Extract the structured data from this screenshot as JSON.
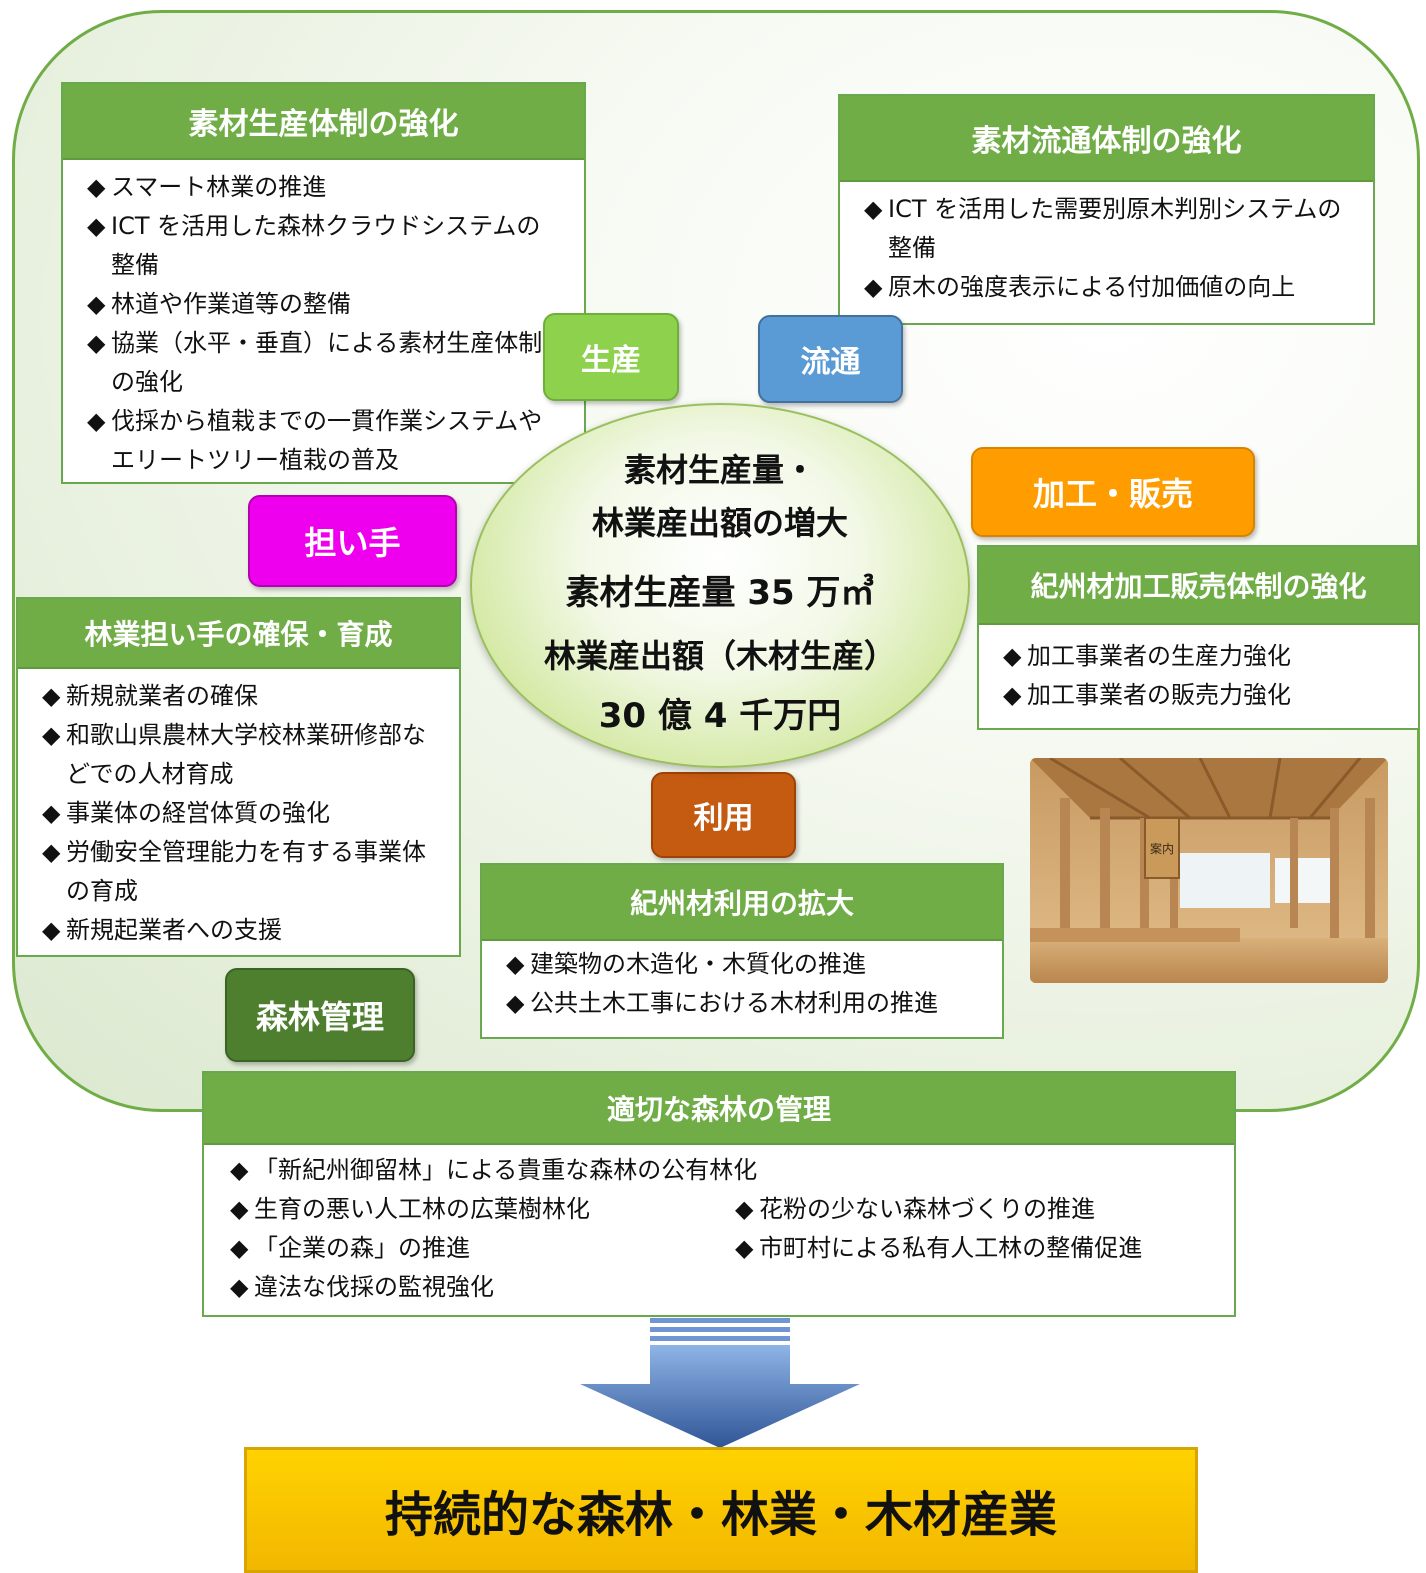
{
  "colors": {
    "green_header": "#70ad47",
    "tag_green": "#8dd14d",
    "tag_blue": "#5b9bd5",
    "tag_orange": "#ff9d00",
    "tag_magenta": "#ee00ee",
    "tag_brown": "#c55a11",
    "tag_darkgreen": "#4d7f2f",
    "final_yellow": "#ffcc00"
  },
  "production": {
    "title": "素材生産体制の強化",
    "items": [
      "スマート林業の推進",
      "ICT を活用した森林クラウドシステムの整備",
      "林道や作業道等の整備",
      "協業（水平・垂直）による素材生産体制の強化",
      "伐採から植栽までの一貫作業システムやエリートツリー植栽の普及"
    ]
  },
  "distribution": {
    "title": "素材流通体制の強化",
    "items": [
      "ICT を活用した需要別原木判別システムの整備",
      "原木の強度表示による付加価値の向上"
    ]
  },
  "workers": {
    "title": "林業担い手の確保・育成",
    "items": [
      "新規就業者の確保",
      "和歌山県農林大学校林業研修部などでの人材育成",
      "事業体の経営体質の強化",
      "労働安全管理能力を有する事業体の育成",
      "新規起業者への支援"
    ]
  },
  "processing": {
    "title": "紀州材加工販売体制の強化",
    "items": [
      "加工事業者の生産力強化",
      "加工事業者の販売力強化"
    ]
  },
  "usage": {
    "title": "紀州材利用の拡大",
    "items": [
      "建築物の木造化・木質化の推進",
      "公共土木工事における木材利用の推進"
    ]
  },
  "management": {
    "title": "適切な森林の管理",
    "items_left": [
      "「新紀州御留林」による貴重な森林の公有林化",
      "生育の悪い人工林の広葉樹林化",
      "「企業の森」の推進",
      "違法な伐採の監視強化"
    ],
    "items_right": [
      "花粉の少ない森林づくりの推進",
      "市町村による私有人工林の整備促進"
    ]
  },
  "tags": {
    "production": "生産",
    "distribution": "流通",
    "processing": "加工・販売",
    "workers": "担い手",
    "usage": "利用",
    "management": "森林管理"
  },
  "center": {
    "line1": "素材生産量・",
    "line2": "林業産出額の増大",
    "line3": "素材生産量 35 万㎥",
    "line4": "林業産出額（木材生産）",
    "line5": "30 億 4 千万円"
  },
  "photo": {
    "sign_text": "案内"
  },
  "final": "持続的な森林・林業・木材産業"
}
